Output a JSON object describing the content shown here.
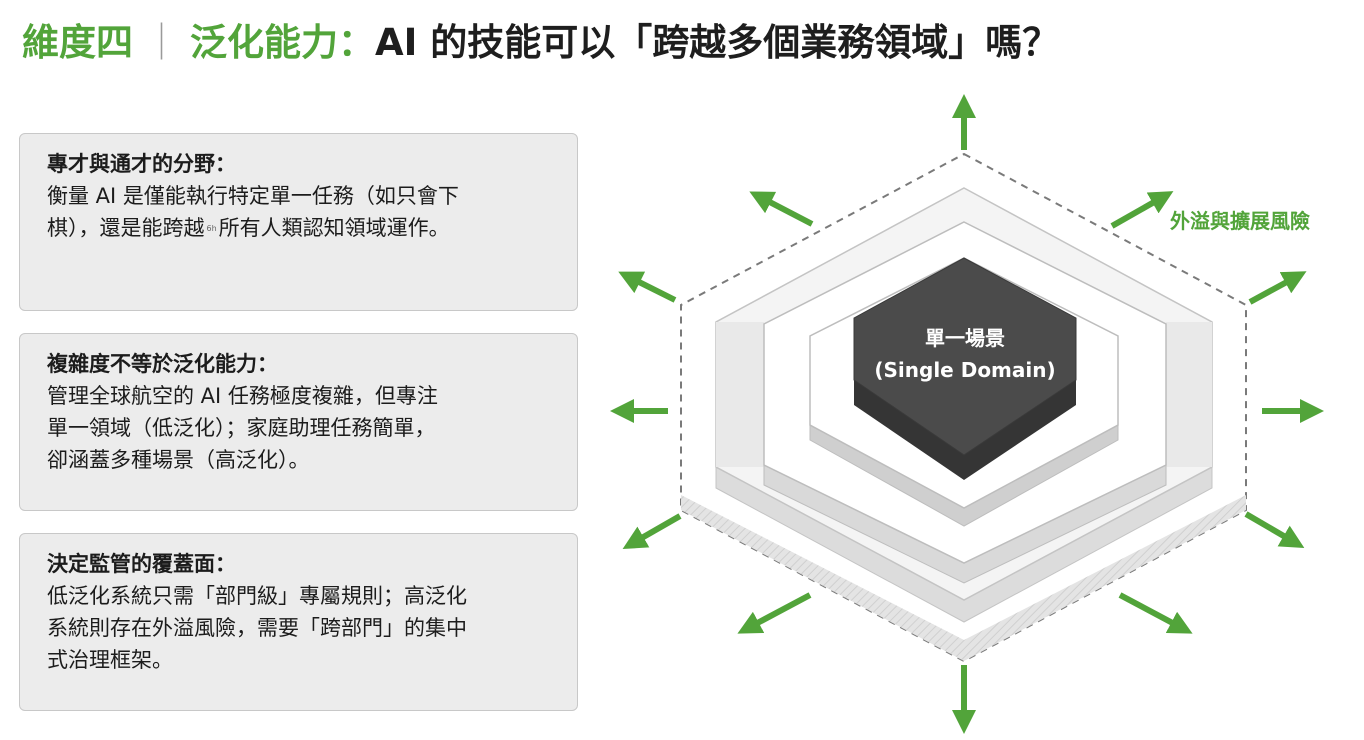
{
  "title": {
    "dimension": "維度四",
    "separator": "｜",
    "topic": "泛化能力：",
    "question": "AI 的技能可以「跨越多個業務領域」嗎？"
  },
  "cards": [
    {
      "heading": "專才與通才的分野：",
      "body_before_cite": "衡量 AI 是僅能執行特定單一任務（如只會下\n棋），還是能跨越",
      "cite": "6h",
      "body_after_cite": "所有人類認知領域運作。"
    },
    {
      "heading": "複雜度不等於泛化能力：",
      "body": "管理全球航空的 AI 任務極度複雜，但專注\n單一領域（低泛化）；家庭助理任務簡單，\n卻涵蓋多種場景（高泛化）。"
    },
    {
      "heading": "決定監管的覆蓋面：",
      "body": "低泛化系統只需「部門級」專屬規則；高泛化\n系統則存在外溢風險，需要「跨部門」的集中\n式治理框架。"
    }
  ],
  "diagram": {
    "center_label_zh": "單一場景",
    "center_label_en": "(Single Domain)",
    "risk_label": "外溢與擴展風險"
  },
  "colors": {
    "accent_green": "#52a43a",
    "text_dark": "#1e1e1e",
    "card_bg": "#ececec",
    "core_dark": "#4b4b4b"
  }
}
